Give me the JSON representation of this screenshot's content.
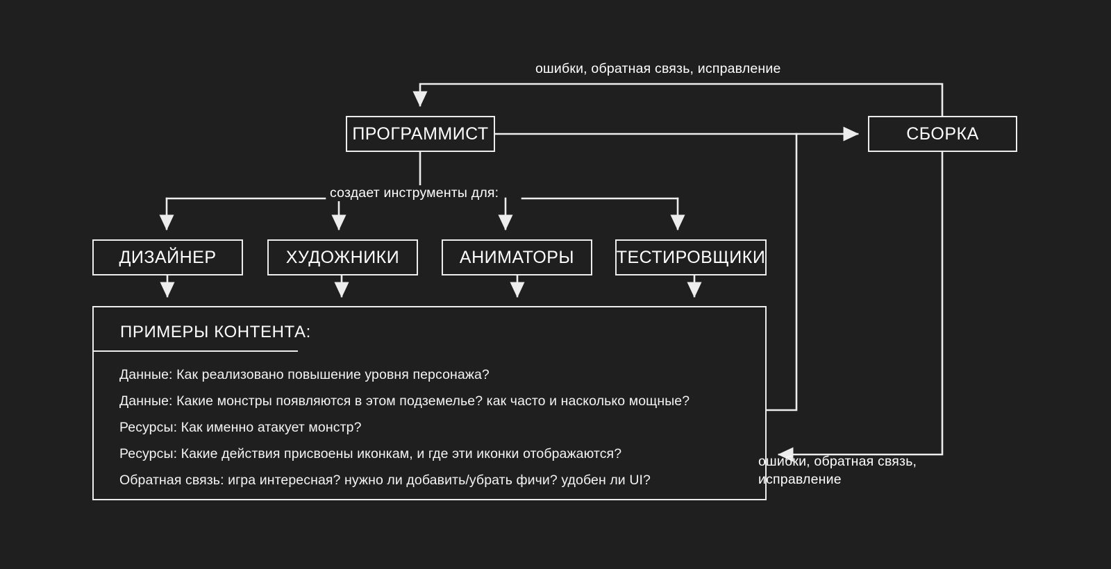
{
  "diagram": {
    "background_color": "#1f1f1f",
    "line_color": "#ededed",
    "text_color": "#ffffff",
    "nodes": {
      "programmer": "ПРОГРАММИСТ",
      "build": "СБОРКА",
      "designer": "ДИЗАЙНЕР",
      "artists": "ХУДОЖНИКИ",
      "animators": "АНИМАТОРЫ",
      "testers": "ТЕСТИРОВЩИКИ"
    },
    "edge_labels": {
      "top_feedback": "ошибки, обратная связь, исправление",
      "tools_bus": "создает инструменты для:",
      "bottom_feedback_line1": "ошибки, обратная связь,",
      "bottom_feedback_line2": "исправление"
    },
    "content_panel": {
      "title": "ПРИМЕРЫ КОНТЕНТА:",
      "lines": [
        "Данные: Как реализовано повышение уровня персонажа?",
        "Данные: Какие монстры появляются в этом подземелье? как часто и насколько мощные?",
        "Ресурсы: Как именно атакует монстр?",
        "Ресурсы: Какие действия присвоены иконкам, и где эти иконки отображаются?",
        "Обратная связь: игра интересная? нужно ли добавить/убрать фичи? удобен ли UI?"
      ]
    }
  }
}
